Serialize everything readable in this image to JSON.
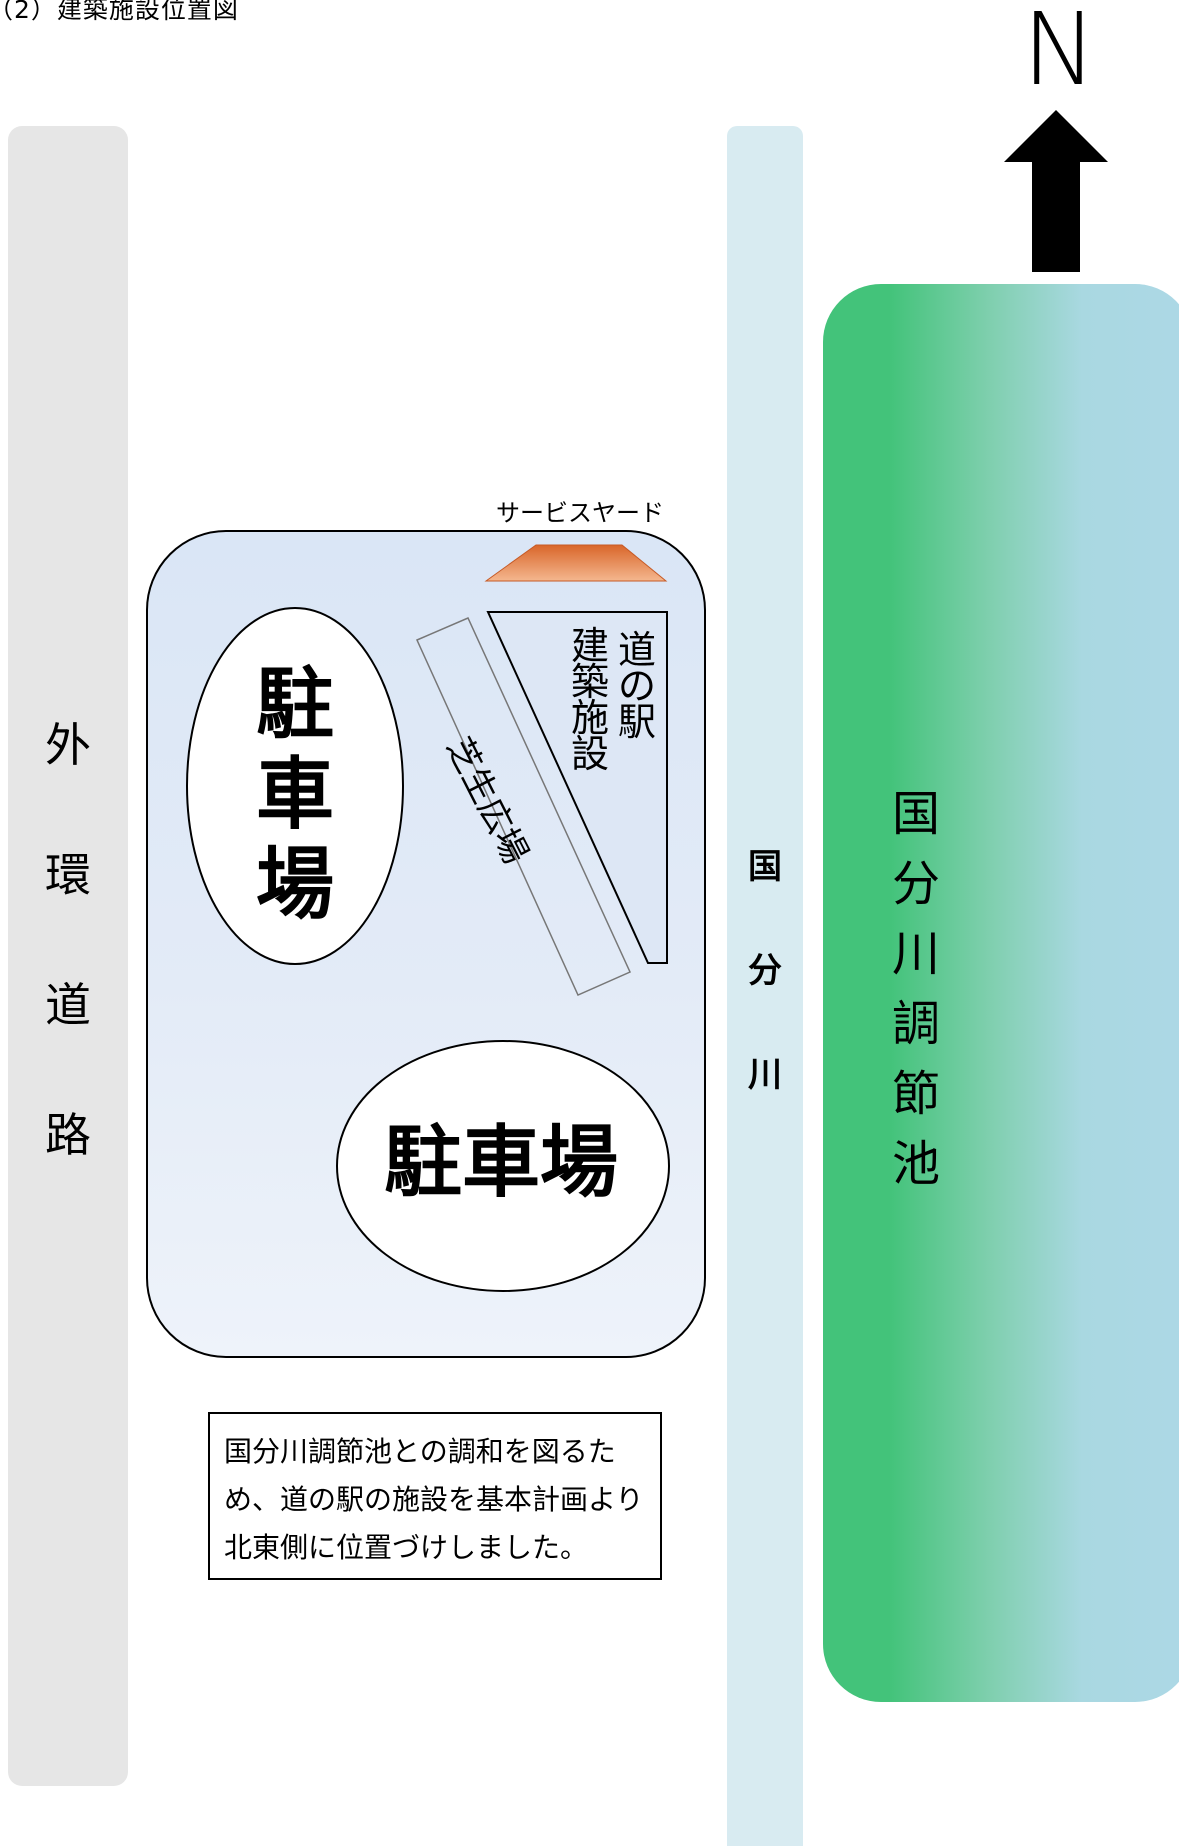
{
  "heading": "（2）建築施設位置図",
  "north": {
    "letter": "N",
    "arrow_icon": "north-arrow-icon"
  },
  "ring_road": {
    "chars": [
      "外",
      "環",
      "道",
      "路"
    ],
    "color": "#e6e6e6"
  },
  "river": {
    "chars": [
      "国",
      "分",
      "川"
    ],
    "color": "#d8ebf1"
  },
  "pond": {
    "chars": [
      "国",
      "分",
      "川",
      "調",
      "節",
      "池"
    ],
    "colors": [
      "#43c37a",
      "#add8e6"
    ]
  },
  "site": {
    "service_yard_label": "サービスヤード",
    "service_yard_color": "#e8763a",
    "parking_top": [
      "駐",
      "車",
      "場"
    ],
    "parking_bottom": "駐車場",
    "station_col1": [
      "道",
      "の",
      "駅"
    ],
    "station_col2": [
      "建",
      "築",
      "施",
      "設"
    ],
    "lawn_label": "芝生広場"
  },
  "note": {
    "lines": [
      "国分川調節池との調和を図るた",
      "め、道の駅の施設を基本計画より",
      "北東側に位置づけしました。"
    ]
  }
}
